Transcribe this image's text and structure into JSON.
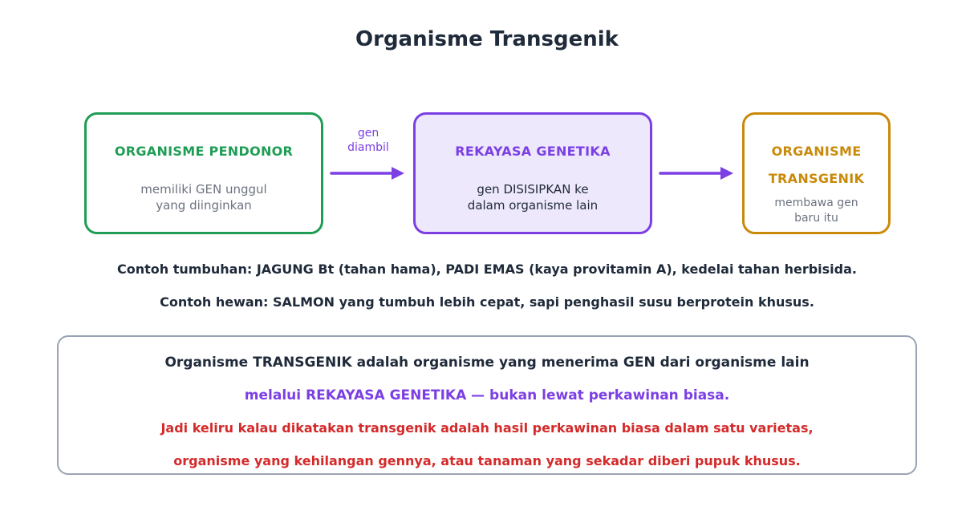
{
  "title": "Organisme Transgenik",
  "colors": {
    "donor": "#1f9d55",
    "rekayasa": "#7b3fe4",
    "transgenik": "#c98a0a",
    "warning": "#d42a2a",
    "muted": "#6b7280"
  },
  "boxes": {
    "donor": {
      "title": "ORGANISME PENDONOR",
      "desc_line1": "memiliki GEN unggul",
      "desc_line2": "yang diinginkan"
    },
    "rekayasa": {
      "title": "REKAYASA GENETIKA",
      "desc_line1": "gen DISISIPKAN ke",
      "desc_line2": "dalam organisme lain"
    },
    "transgenik": {
      "title_line1": "ORGANISME",
      "title_line2": "TRANSGENIK",
      "desc_line1": "membawa gen",
      "desc_line2": "baru itu"
    }
  },
  "arrow_label": {
    "line1": "gen",
    "line2": "diambil"
  },
  "examples": {
    "plants": "Contoh tumbuhan: JAGUNG Bt (tahan hama), PADI EMAS (kaya provitamin A), kedelai tahan herbisida.",
    "animals": "Contoh hewan: SALMON yang tumbuh lebih cepat, sapi penghasil susu berprotein khusus."
  },
  "definition": {
    "line1": "Organisme TRANSGENIK adalah organisme yang menerima GEN dari organisme lain",
    "line2": "melalui REKAYASA GENETIKA — bukan lewat perkawinan biasa.",
    "line3": "Jadi keliru kalau dikatakan transgenik adalah hasil perkawinan biasa dalam satu varietas,",
    "line4": "organisme yang kehilangan gennya, atau tanaman yang sekadar diberi pupuk khusus."
  }
}
